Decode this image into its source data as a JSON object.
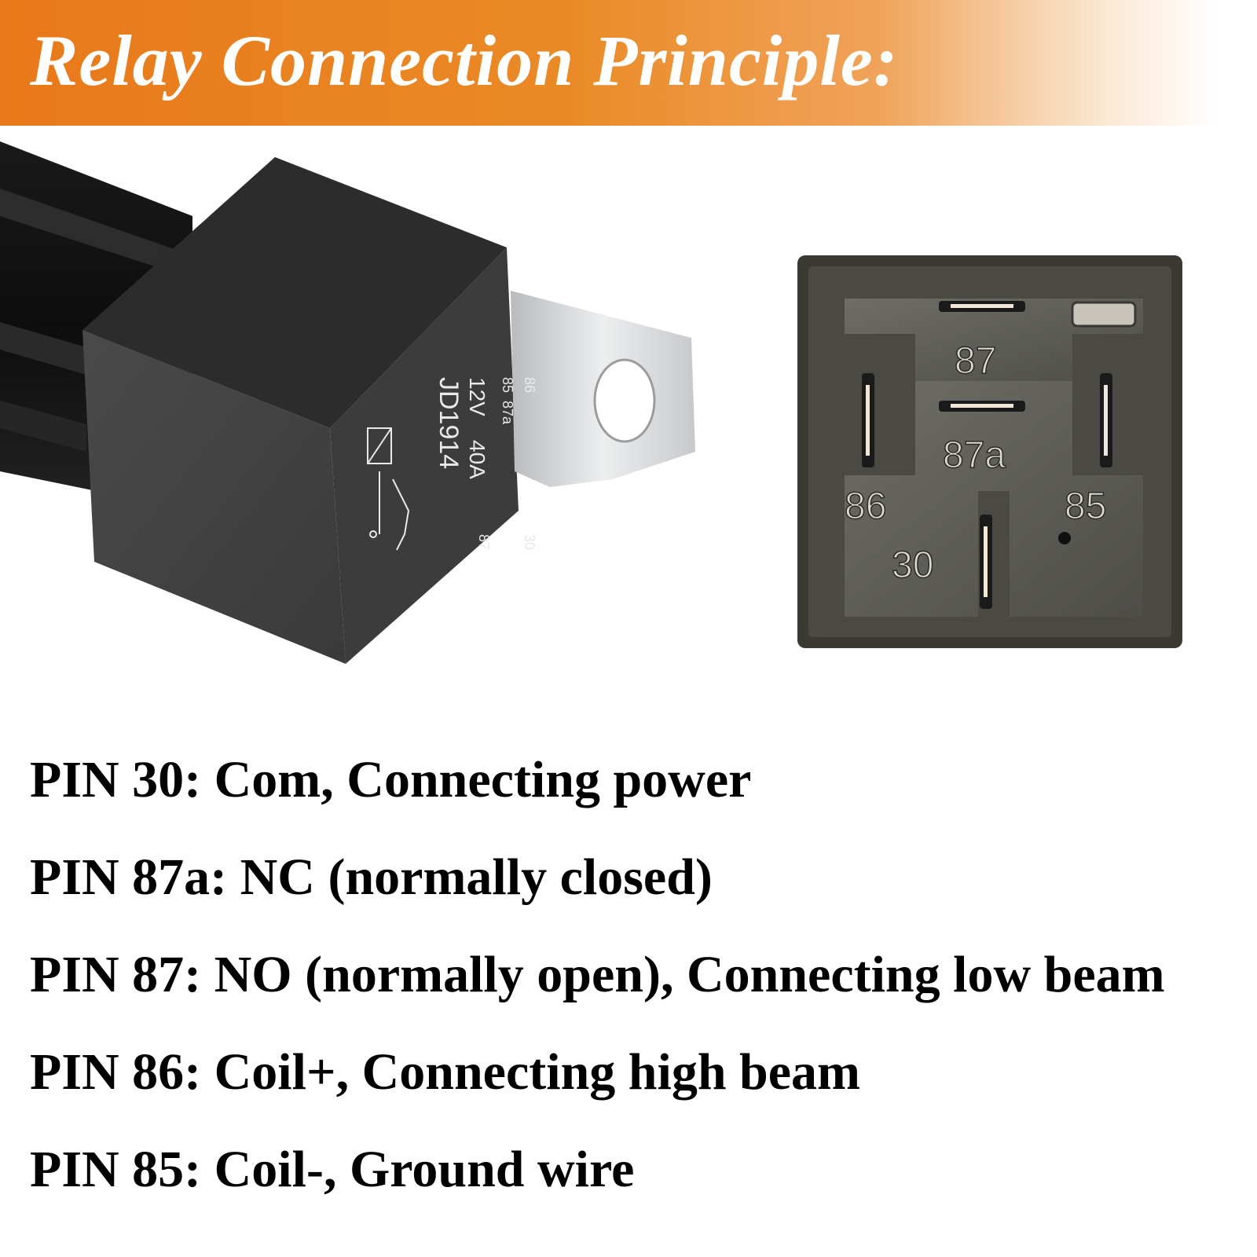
{
  "banner": {
    "title": "Relay Connection Principle:"
  },
  "relay_side": {
    "model": "JD1914",
    "rating_voltage": "12V",
    "rating_current": "40A",
    "pins_top": "85",
    "pins_mid": "87a",
    "pins_86": "86",
    "pin_30": "30",
    "pin_87": "87"
  },
  "relay_bottom": {
    "labels": {
      "p87": "87",
      "p87a": "87a",
      "p86": "86",
      "p85": "85",
      "p30": "30"
    }
  },
  "pins": [
    "PIN 30: Com, Connecting power",
    "PIN 87a: NC (normally closed)",
    "PIN 87: NO (normally open), Connecting low beam",
    "PIN 86: Coil+, Connecting high beam",
    "PIN 85: Coil-, Ground wire"
  ],
  "colors": {
    "banner_orange": "#e8791a",
    "relay_body": "#3a3a3a",
    "relay_face": "#5a5a55",
    "bracket_metal": "#d8dadc"
  }
}
